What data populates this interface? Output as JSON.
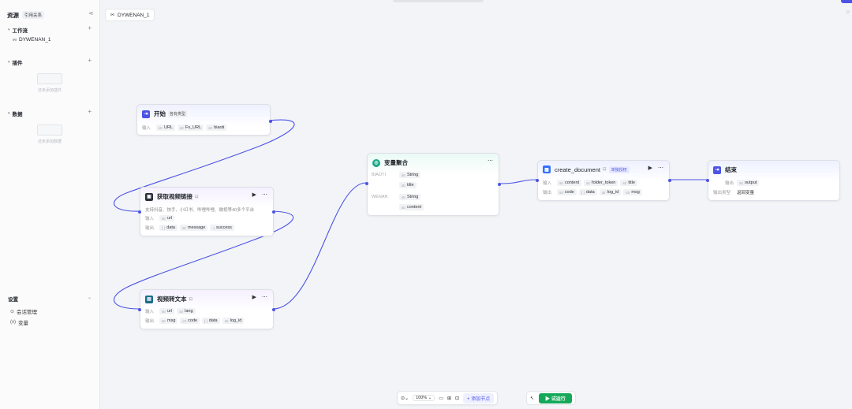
{
  "sidebar": {
    "title": "资源",
    "relation_pill": "引用关系",
    "collapse_glyph": "⊲",
    "sections": {
      "workflow": "工作流",
      "plugins": "插件",
      "data": "数据"
    },
    "workflow_item": "DYWENAN_1",
    "plugins_empty": "还未添加插件",
    "data_empty": "还未添加数据",
    "settings_title": "设置",
    "settings_items": [
      "会话管理",
      "变量"
    ]
  },
  "canvas": {
    "tab_label": "DYWENAN_1"
  },
  "nodes": {
    "start": {
      "title": "开始",
      "badge": "各有类型",
      "input_label": "输入",
      "inputs": [
        "URL",
        "Fs_URL",
        "biaoti"
      ]
    },
    "get_video_link": {
      "title": "获取视频链接",
      "desc": "支持抖音、快手、小红书、哔哩哔哩、微视等40多个平台",
      "input_label": "输入",
      "inputs": [
        "url"
      ],
      "output_label": "输出",
      "outputs": [
        "data",
        "message",
        "success"
      ]
    },
    "video_to_text": {
      "title": "视频转文本",
      "input_label": "输入",
      "inputs": [
        "url",
        "lang"
      ],
      "output_label": "输出",
      "outputs": [
        "msg",
        "code",
        "data",
        "log_id"
      ]
    },
    "var_merge": {
      "title": "变量聚合",
      "groups": [
        {
          "name": "BIAOTI",
          "type": "String",
          "field": "title"
        },
        {
          "name": "WENAN",
          "type": "String",
          "field": "content"
        }
      ]
    },
    "create_document": {
      "title": "create_document",
      "auth_badge": "单独授权",
      "input_label": "输入",
      "inputs": [
        "content",
        "folder_token",
        "title"
      ],
      "output_label": "输出",
      "outputs": [
        "code",
        "data",
        "log_id",
        "msg"
      ]
    },
    "end": {
      "title": "结束",
      "output_label": "输出",
      "outputs": [
        "output"
      ],
      "answer_label": "输出类型",
      "answer_value": "返回变量"
    }
  },
  "toolbar": {
    "zoom": "100%",
    "add_node": "添加节点",
    "run": "试运行"
  },
  "colors": {
    "accent": "#4b54e6",
    "run": "#15a85a"
  }
}
